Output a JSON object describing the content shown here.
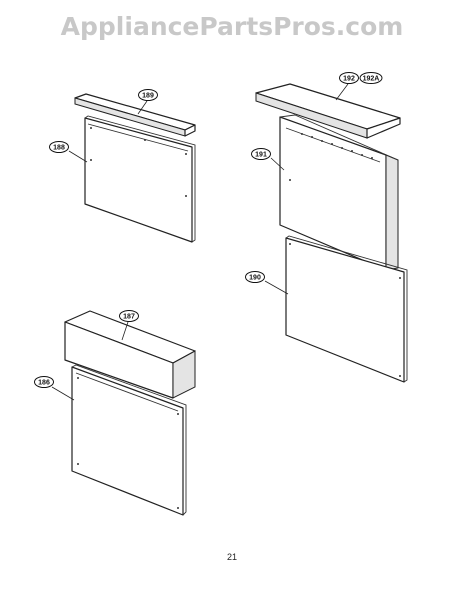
{
  "watermark": "AppliancePartsPros.com",
  "page_number": "21",
  "callouts": {
    "p186": "186",
    "p187": "187",
    "p188": "188",
    "p189": "189",
    "p190": "190",
    "p191": "191",
    "p192": "192",
    "p192a": "192A"
  }
}
